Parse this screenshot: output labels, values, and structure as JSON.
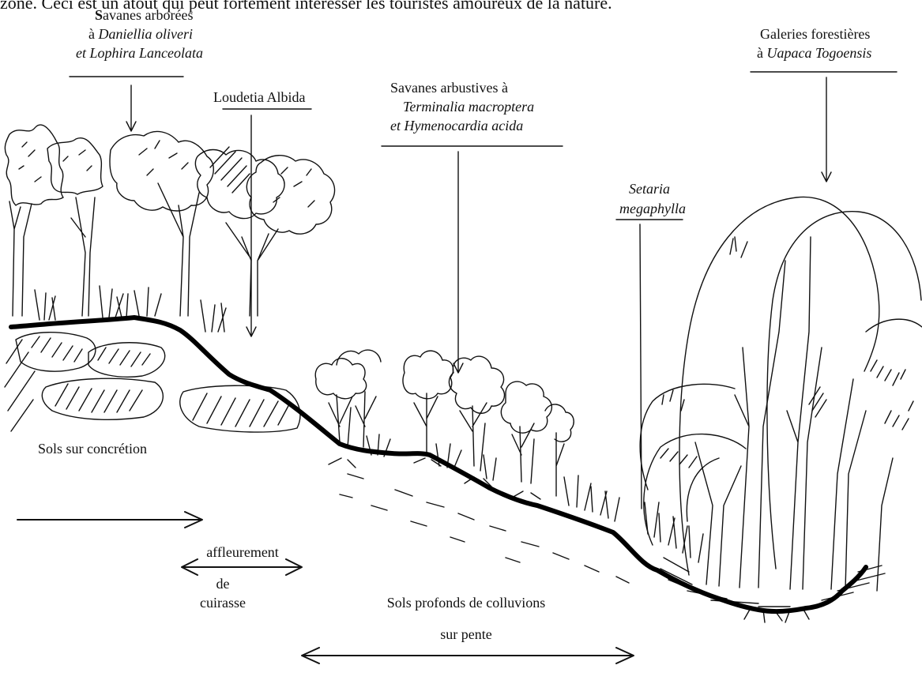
{
  "top_text": "zone. Ceci est un atout qui peut fortement intéresser les touristes amoureux de la nature.",
  "labels": {
    "savanes_arborees": {
      "first_letter": "S",
      "line1_rest": "avanes arborées",
      "line2_prefix": "à ",
      "line2_italic": "Daniellia oliveri",
      "line3": "et Lophira Lanceolata"
    },
    "loudetia": "Loudetia Albida",
    "savanes_arbustives": {
      "line1": "Savanes arbustives à",
      "line2": "Terminalia macroptera",
      "line3": "et Hymenocardia acida"
    },
    "setaria": {
      "line1": "Setaria",
      "line2": "megaphylla"
    },
    "galeries": {
      "line1": "Galeries forestières",
      "line2_prefix": "à ",
      "line2_italic": "Uapaca Togoensis"
    },
    "sols_concretion": "Sols sur concrétion",
    "affleurement": {
      "line1": "affleurement",
      "line2": "de",
      "line3": "cuirasse"
    },
    "sols_profonds": {
      "line1": "Sols profonds de colluvions",
      "line2": "sur pente"
    }
  }
}
